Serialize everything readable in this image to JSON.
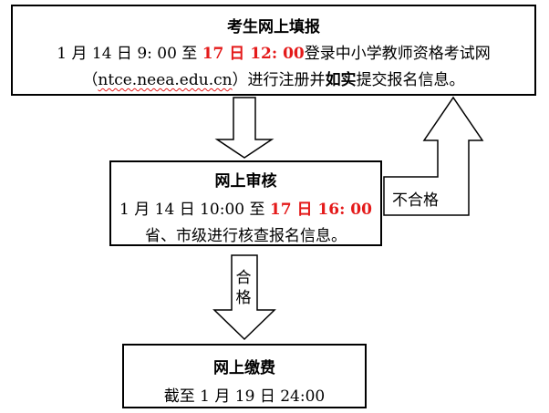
{
  "box1": {
    "title": "考生网上填报",
    "line1_a": "1 月 14 日 9: 00 至 ",
    "line1_red": "17 日 12: 00",
    "line1_b": "登录中小学教师资格考试网",
    "line2_a": "（",
    "line2_url": "ntce.neea.edu.cn",
    "line2_b": "）进行注册并",
    "line2_bold": "如实",
    "line2_c": "提交报名信息。"
  },
  "box2": {
    "title": "网上审核",
    "line1_a": "1 月 14 日 10:00 至 ",
    "line1_red": "17 日 16: 00",
    "line2": "省、市级进行核查报名信息。"
  },
  "box3": {
    "title": "网上缴费",
    "line1": "截至 1 月 19 日 24:00"
  },
  "labels": {
    "fail": "不合格",
    "pass_1": "合",
    "pass_2": "格"
  },
  "colors": {
    "highlight": "#e41a1a"
  }
}
